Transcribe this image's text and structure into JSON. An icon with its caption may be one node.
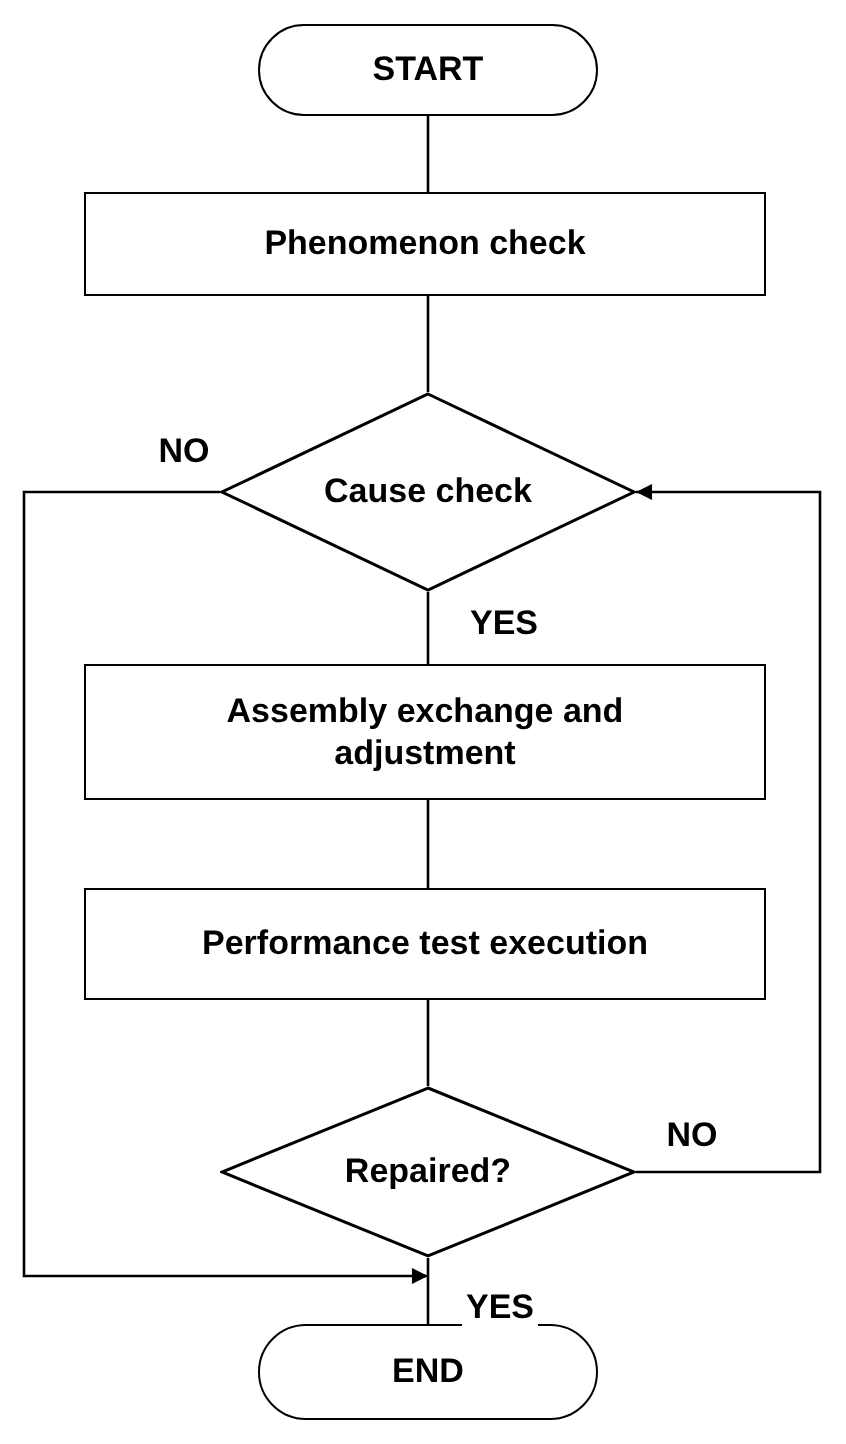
{
  "diagram": {
    "nodes": [
      {
        "text": [
          "START"
        ]
      },
      {
        "text": [
          "Phenomenon check"
        ]
      },
      {
        "text": [
          "Cause check"
        ]
      },
      {
        "text": [
          "Assembly exchange and adjustment"
        ]
      },
      {
        "text": [
          "Performance test execution"
        ]
      },
      {
        "text": [
          "Repaired?"
        ]
      },
      {
        "text": [
          "END"
        ]
      }
    ],
    "edges": [
      {
        "from": 0,
        "to": 1,
        "arrow": "none"
      },
      {
        "from": 1,
        "to": 2,
        "arrow": "none"
      },
      {
        "from": 2,
        "to": 3,
        "arrow": "none",
        "label": "YES"
      },
      {
        "from": 3,
        "to": 4,
        "arrow": "none"
      },
      {
        "from": 4,
        "to": 5,
        "arrow": "none"
      },
      {
        "from": 5,
        "to": 6,
        "arrow": "none",
        "label": "YES"
      },
      {
        "from": 2,
        "to": 6,
        "arrow": "to",
        "label": "NO"
      },
      {
        "from": 5,
        "to": 2,
        "arrow": "to",
        "label": "NO"
      }
    ]
  }
}
